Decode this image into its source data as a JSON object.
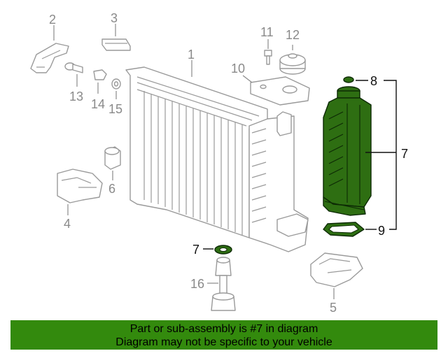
{
  "diagram": {
    "callouts": {
      "c1": "1",
      "c2": "2",
      "c3": "3",
      "c4": "4",
      "c5": "5",
      "c6": "6",
      "c7a": "7",
      "c7b": "7",
      "c8": "8",
      "c9": "9",
      "c10": "10",
      "c11": "11",
      "c12": "12",
      "c13": "13",
      "c14": "14",
      "c15": "15",
      "c16": "16"
    },
    "highlighted_part": "7",
    "colors": {
      "highlight": "#2e6e12",
      "banner": "#338a0d",
      "callout": "#8a8a8a"
    }
  },
  "banner": {
    "line1": "Part or sub-assembly is #7 in diagram",
    "line2": "Diagram may not be specific to your vehicle"
  }
}
